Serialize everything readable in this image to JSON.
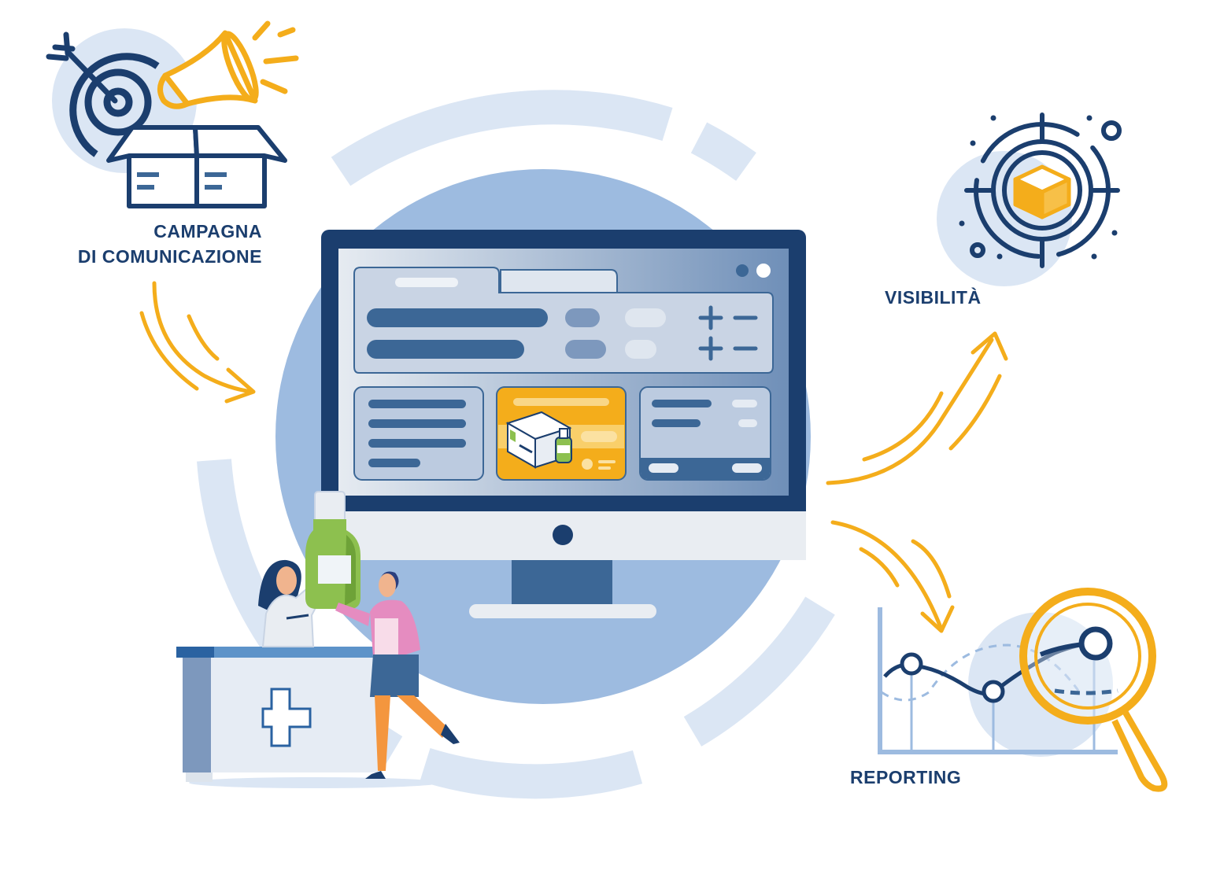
{
  "labels": {
    "campagna_line1": "CAMPAGNA",
    "campagna_line2": "DI COMUNICAZIONE",
    "visibilita": "VISIBILITÀ",
    "reporting": "REPORTING"
  },
  "colors": {
    "navy": "#1b3e6e",
    "accent_orange": "#f4ad1b",
    "light_blue": "#dbe6f4",
    "mid_blue": "#9dbbe0",
    "bar_blue": "#3c6796",
    "bottle_green": "#8dc04f",
    "pink": "#e58cc0"
  },
  "icons": {
    "campaign": [
      "target-icon",
      "arrow-icon",
      "megaphone-icon",
      "open-box-icon"
    ],
    "visibility": [
      "crosshair-icon",
      "cube-icon"
    ],
    "reporting": [
      "line-chart-icon",
      "magnifier-icon"
    ],
    "center": [
      "monitor-icon",
      "medicine-box-icon",
      "medicine-bottle-icon",
      "pharmacy-counter-icon",
      "pharmacist-icon",
      "customer-icon"
    ]
  }
}
